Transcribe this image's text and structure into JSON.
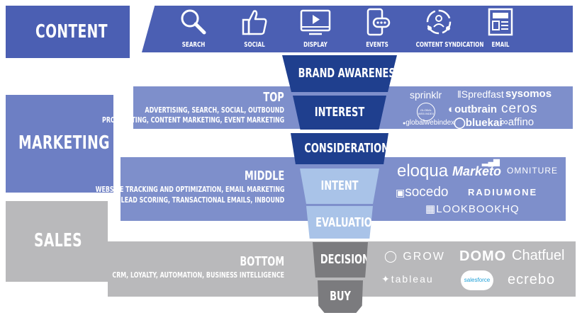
{
  "colors": {
    "content_blue": "#4b5fb3",
    "marketing_blue": "#6d7fc4",
    "marketing_band": "#7e8fcb",
    "sales_gray": "#b9b9bb",
    "funnel_dark": "#1f3f8e",
    "funnel_light": "#a9c3e8",
    "funnel_gray": "#7b7b7e"
  },
  "sections": {
    "content": "CONTENT",
    "marketing": "MARKETING",
    "sales": "SALES"
  },
  "channels": [
    {
      "label": "SEARCH",
      "icon": "magnifier-icon"
    },
    {
      "label": "SOCIAL",
      "icon": "thumbs-up-icon"
    },
    {
      "label": "DISPLAY",
      "icon": "video-player-icon"
    },
    {
      "label": "EVENTS",
      "icon": "mobile-chat-icon"
    },
    {
      "label": "CONTENT SYNDICATION",
      "icon": "people-share-icon"
    },
    {
      "label": "EMAIL",
      "icon": "newsletter-icon"
    }
  ],
  "funnel": {
    "brand_awareness": "BRAND AWARENESS",
    "interest": "INTEREST",
    "consideration": "CONSIDERATION",
    "intent": "INTENT",
    "evaluation": "EVALUATION",
    "decision": "DECISION",
    "buy": "BUY"
  },
  "stages": {
    "top": {
      "title": "TOP",
      "line1": "ADVERTISING, SEARCH, SOCIAL, OUTBOUND",
      "line2": "PROSPECTING, CONTENT MARKETING, EVENT MARKETING"
    },
    "middle": {
      "title": "MIDDLE",
      "line1": "WEBSITE TRACKING AND OPTIMIZATION, EMAIL MARKETING",
      "line2": "LEAD SCORING, TRANSACTIONAL EMAILS, INBOUND"
    },
    "bottom": {
      "title": "BOTTOM",
      "line1": "CRM, LOYALTY, AUTOMATION, BUSINESS INTELLIGENCE"
    }
  },
  "logos": {
    "top": {
      "sprinklr": "sprinklr",
      "spredfast": "Spredfast",
      "sysomos": "sysomos",
      "roundicon": "GLOBAL WEB INDEX",
      "outbrain": "outbrain",
      "cerosbrand": "ceros",
      "globalwebindex": "globalwebindex",
      "bluekai": "bluekai",
      "affino": "affino"
    },
    "middle": {
      "eloqua": "eloqua",
      "marketo": "Marketo",
      "omniture": "OMNITURE",
      "socedo": "socedo",
      "radiumone": "RADIUMONE",
      "lookbookhq": "LOOKBOOKHQ"
    },
    "bottom": {
      "grow": "GROW",
      "domo": "DOMO",
      "chatfuel": "Chatfuel",
      "tableau": "tableau",
      "salesforce": "salesforce",
      "ecrebo": "ecrebo"
    }
  }
}
